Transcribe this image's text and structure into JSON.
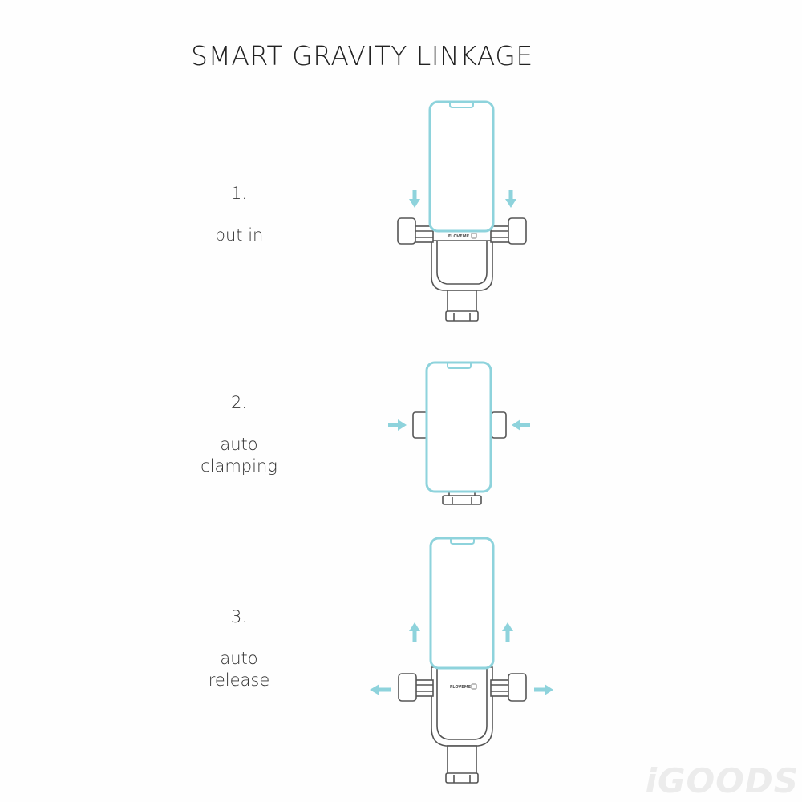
{
  "title": "SMART GRAVITY LINKAGE",
  "steps": [
    {
      "number": "1.",
      "line1": "put in",
      "line2": ""
    },
    {
      "number": "2.",
      "line1": "auto",
      "line2": "clamping"
    },
    {
      "number": "3.",
      "line1": "auto",
      "line2": "release"
    }
  ],
  "brand_mark": "FLOVEME",
  "watermark": "iGOODS",
  "colors": {
    "phone_outline": "#8ed3dc",
    "phone_fill": "#ffffff",
    "arrow": "#8ed3dc",
    "holder_outline": "#555555"
  }
}
